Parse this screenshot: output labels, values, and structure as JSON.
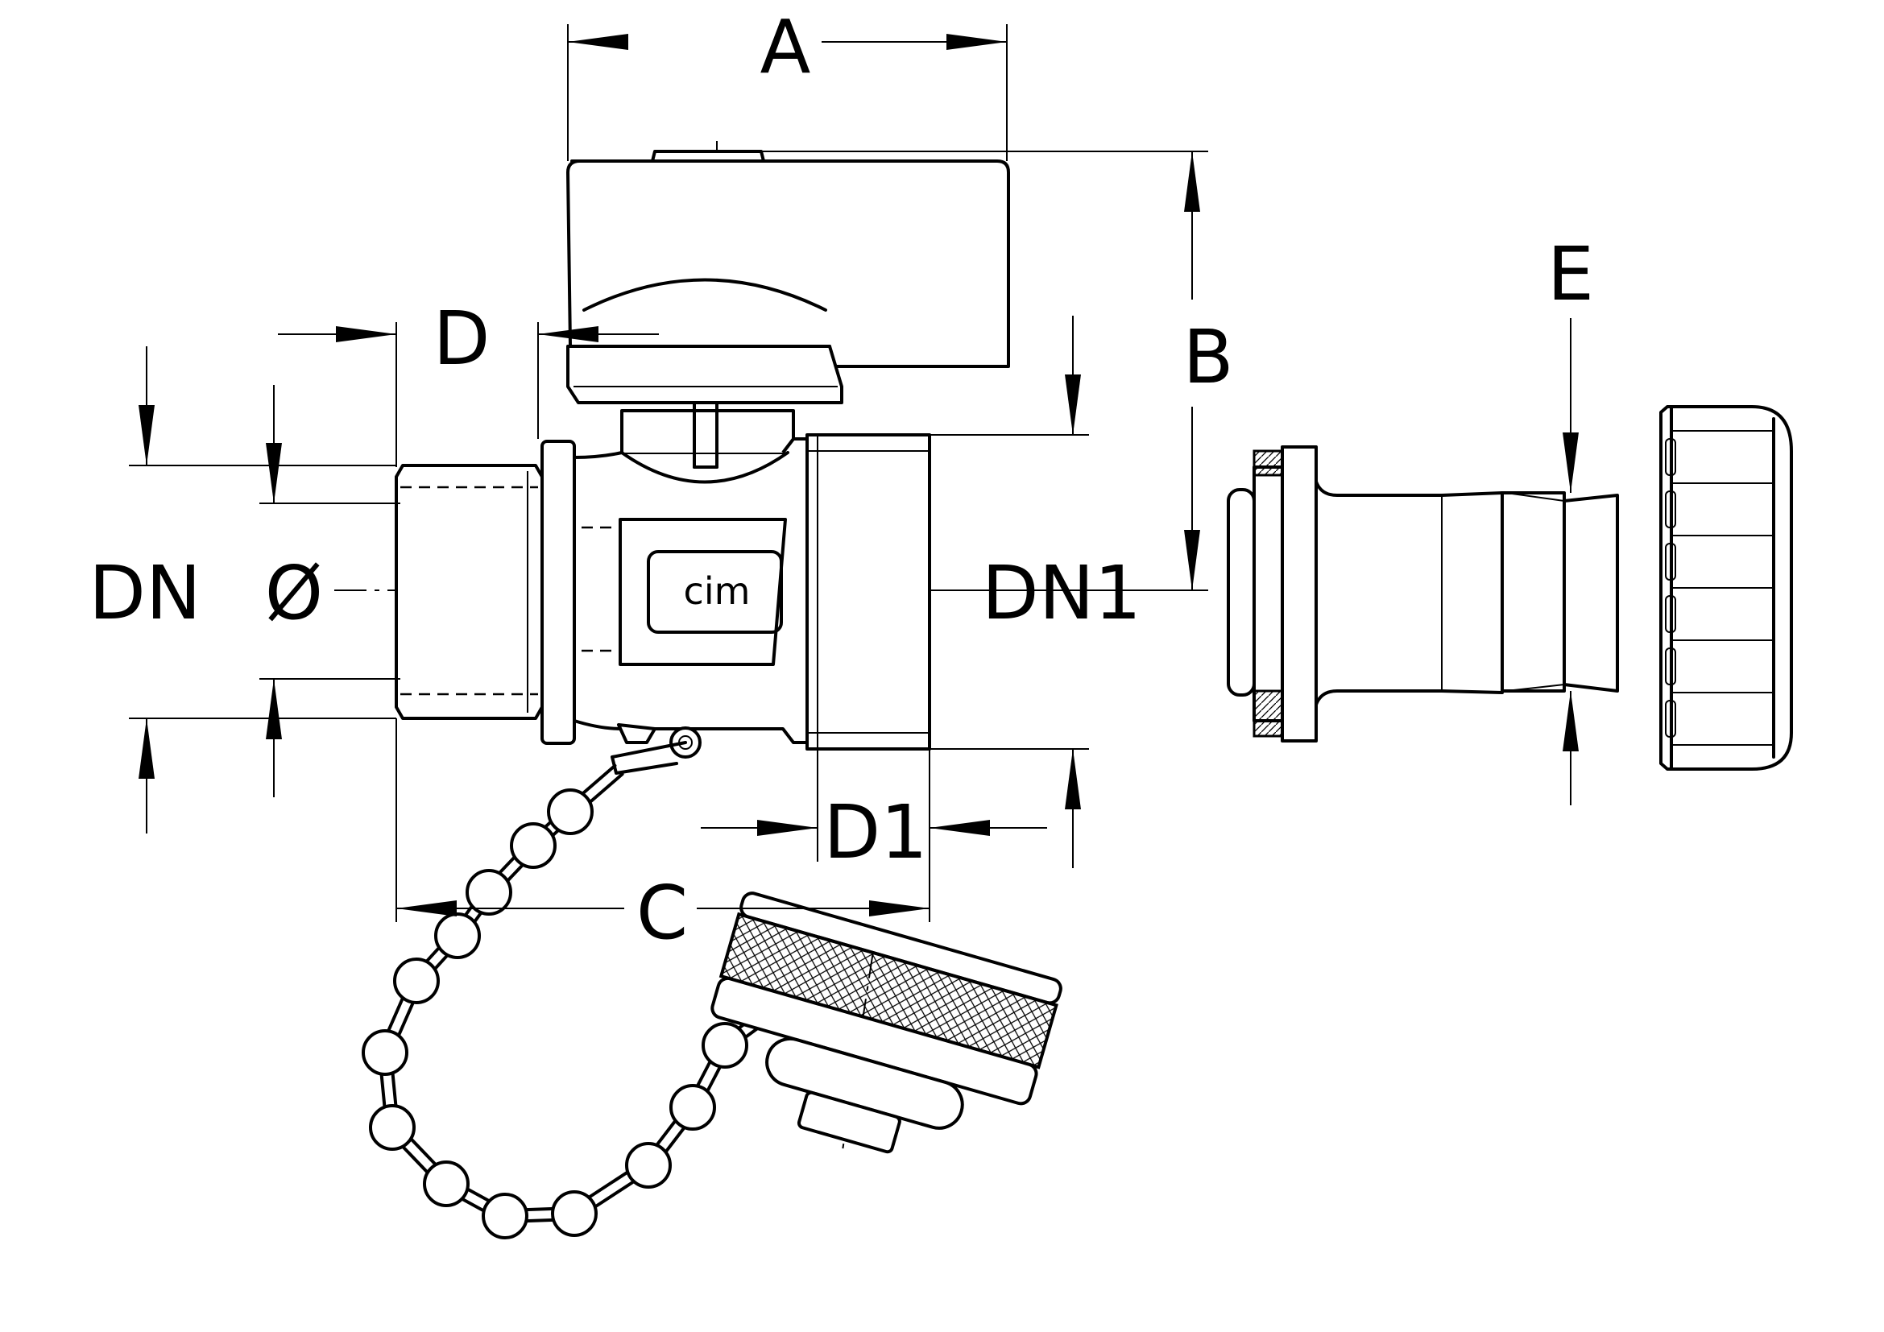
{
  "dimensions": {
    "a": "A",
    "b": "B",
    "c": "C",
    "d": "D",
    "d1": "D1",
    "e": "E",
    "dn": "DN",
    "dia": "Ø",
    "dn1": "DN1"
  },
  "logo": "cim",
  "colors": {
    "line": "#000000",
    "background": "#ffffff"
  }
}
